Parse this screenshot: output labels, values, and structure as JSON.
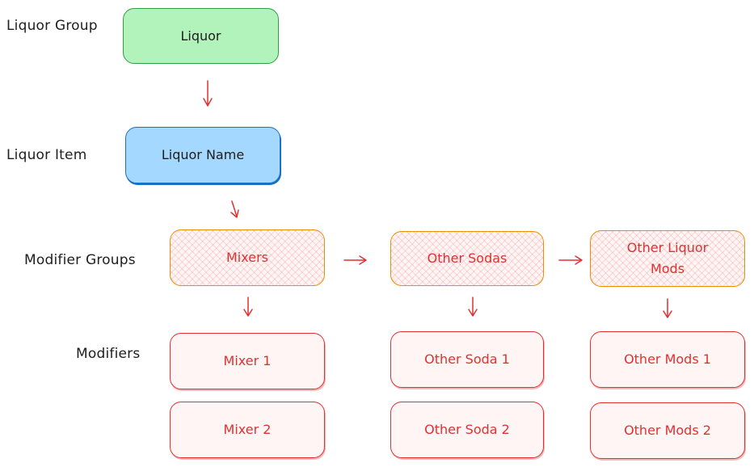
{
  "row_labels": {
    "liquor_group": "Liquor Group",
    "liquor_item": "Liquor Item",
    "modifier_groups": "Modifier Groups",
    "modifiers": "Modifiers"
  },
  "nodes": {
    "liquor": "Liquor",
    "liquor_name": "Liquor Name",
    "modifier_groups": [
      "Mixers",
      "Other Sodas",
      "Other Liquor Mods"
    ],
    "modifiers": [
      [
        "Mixer 1",
        "Mixer 2"
      ],
      [
        "Other Soda 1",
        "Other Soda 2"
      ],
      [
        "Other Mods 1",
        "Other Mods 2"
      ]
    ]
  },
  "colors": {
    "group_fill": "#b2f2bb",
    "group_stroke": "#2f9e44",
    "item_fill": "#a5d8ff",
    "item_stroke": "#1971c2",
    "modgroup_stroke": "#f08c00",
    "modifier_stroke": "#e03131",
    "text_red": "#e03131",
    "arrow": "#e03131"
  }
}
